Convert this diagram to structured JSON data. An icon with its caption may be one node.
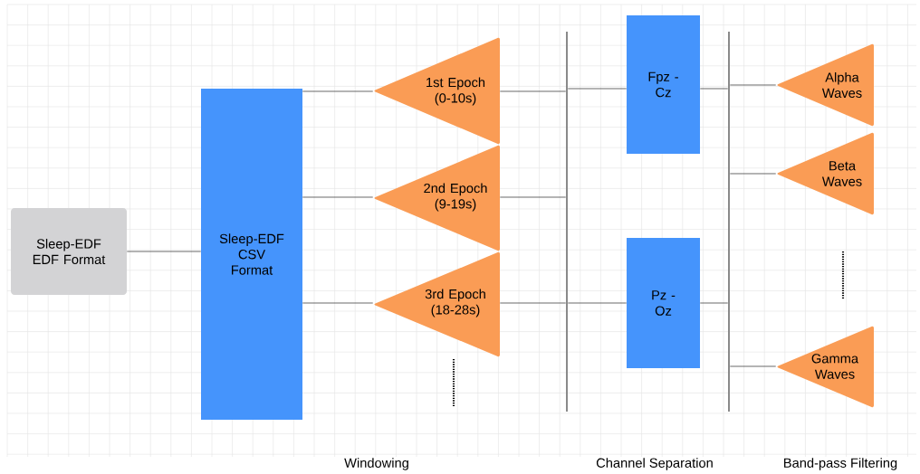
{
  "diagram": {
    "nodes": [
      {
        "text": [
          "Sleep-EDF EDF Format"
        ]
      },
      {
        "text": [
          "Sleep-EDF CSV Format"
        ]
      },
      {
        "text": [
          "1st Epoch (0-10s)"
        ]
      },
      {
        "text": [
          "2nd Epoch (9-19s)"
        ]
      },
      {
        "text": [
          "3rd Epoch (18-28s)"
        ]
      },
      {
        "text": [],
        "shape": "bar"
      },
      {
        "text": [
          "Fpz - Cz"
        ]
      },
      {
        "text": [
          "Pz - Oz"
        ]
      },
      {
        "text": [],
        "shape": "bar"
      },
      {
        "text": [
          "Alpha Waves"
        ]
      },
      {
        "text": [
          "Beta Waves"
        ]
      },
      {
        "text": [
          "Gamma Waves"
        ]
      }
    ],
    "edges": [
      {
        "from": 0,
        "to": 1,
        "arrow": "none"
      },
      {
        "from": 1,
        "to": 2,
        "arrow": "none"
      },
      {
        "from": 1,
        "to": 3,
        "arrow": "none"
      },
      {
        "from": 1,
        "to": 4,
        "arrow": "none"
      },
      {
        "from": 2,
        "to": 5,
        "arrow": "none"
      },
      {
        "from": 3,
        "to": 5,
        "arrow": "none"
      },
      {
        "from": 4,
        "to": 5,
        "arrow": "none"
      },
      {
        "from": 5,
        "to": 6,
        "arrow": "none"
      },
      {
        "from": 5,
        "to": 7,
        "arrow": "none"
      },
      {
        "from": 6,
        "to": 8,
        "arrow": "none"
      },
      {
        "from": 7,
        "to": 8,
        "arrow": "none"
      },
      {
        "from": 8,
        "to": 9,
        "arrow": "none"
      },
      {
        "from": 8,
        "to": 10,
        "arrow": "none"
      },
      {
        "from": 8,
        "to": 11,
        "arrow": "none"
      }
    ],
    "labels": [
      "Windowing",
      "Channel Separation",
      "Band-pass Filtering"
    ]
  }
}
